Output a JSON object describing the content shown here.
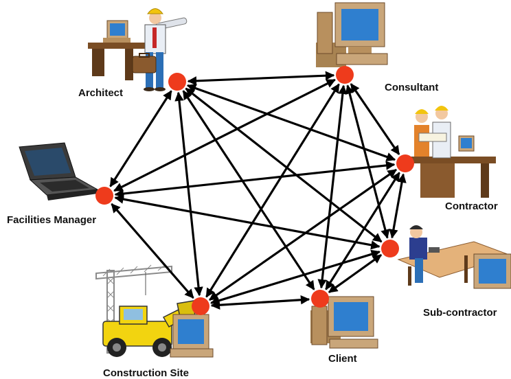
{
  "diagram": {
    "colors": {
      "node": "#ee3b1c",
      "edge": "#000000",
      "monitor_body": "#c9a67a",
      "monitor_screen": "#2f7fcf",
      "desk": "#8a5a2e",
      "machine": "#f2d410",
      "crane": "#8a8a8a",
      "hard_hat": "#f2c40f",
      "shirt": "#e9eef5",
      "trousers": "#2c6fb6"
    },
    "nodes": [
      {
        "id": "architect",
        "label": "Architect",
        "icon": "architect-at-desk-icon"
      },
      {
        "id": "consultant",
        "label": "Consultant",
        "icon": "computer-monitor-icon"
      },
      {
        "id": "contractor",
        "label": "Contractor",
        "icon": "engineers-at-desk-icon"
      },
      {
        "id": "subcontractor",
        "label": "Sub-contractor",
        "icon": "carpenter-at-workbench-icon"
      },
      {
        "id": "client",
        "label": "Client",
        "icon": "computer-monitor-icon"
      },
      {
        "id": "construction_site",
        "label": "Construction Site",
        "icon": "crane-and-loader-icon"
      },
      {
        "id": "facilities_manager",
        "label": "Facilities Manager",
        "icon": "laptop-icon"
      }
    ],
    "edges": [
      [
        "architect",
        "facilities_manager"
      ],
      [
        "architect",
        "consultant"
      ],
      [
        "architect",
        "contractor"
      ],
      [
        "architect",
        "subcontractor"
      ],
      [
        "architect",
        "client"
      ],
      [
        "architect",
        "construction_site"
      ],
      [
        "consultant",
        "facilities_manager"
      ],
      [
        "consultant",
        "contractor"
      ],
      [
        "consultant",
        "subcontractor"
      ],
      [
        "consultant",
        "client"
      ],
      [
        "consultant",
        "construction_site"
      ],
      [
        "contractor",
        "facilities_manager"
      ],
      [
        "contractor",
        "subcontractor"
      ],
      [
        "contractor",
        "client"
      ],
      [
        "contractor",
        "construction_site"
      ],
      [
        "subcontractor",
        "facilities_manager"
      ],
      [
        "subcontractor",
        "client"
      ],
      [
        "subcontractor",
        "construction_site"
      ],
      [
        "client",
        "construction_site"
      ],
      [
        "construction_site",
        "facilities_manager"
      ]
    ]
  }
}
